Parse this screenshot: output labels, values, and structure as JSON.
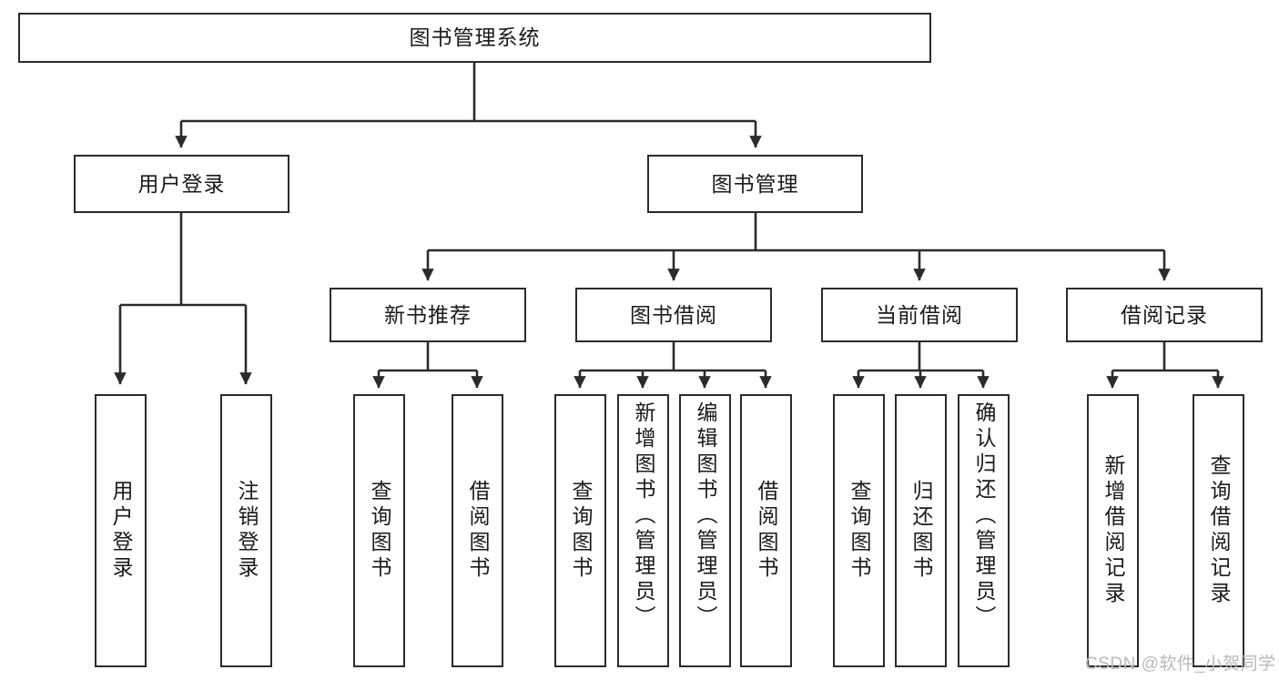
{
  "diagram": {
    "title": "图书管理系统",
    "type": "tree",
    "watermark": "CSDN @软件_小贺同学",
    "colors": {
      "box_border": "#2b2b2b",
      "box_fill": "#ffffff",
      "line": "#2b2b2b",
      "text": "#1a1a1a",
      "watermark": "#b9b9b9",
      "background": "#ffffff"
    },
    "levels": {
      "root": "图书管理系统",
      "level2": [
        "用户登录",
        "图书管理"
      ],
      "level3": [
        "新书推荐",
        "图书借阅",
        "当前借阅",
        "借阅记录"
      ]
    },
    "nodes": {
      "root": {
        "label": "图书管理系统"
      },
      "user_login": {
        "label": "用户登录"
      },
      "book_manage": {
        "label": "图书管理"
      },
      "new_book_rec": {
        "label": "新书推荐"
      },
      "book_borrow": {
        "label": "图书借阅"
      },
      "current_borrow": {
        "label": "当前借阅"
      },
      "borrow_record": {
        "label": "借阅记录"
      },
      "leaf_user_login": {
        "label": "用户登录"
      },
      "leaf_logout": {
        "label": "注销登录"
      },
      "leaf_query_book_1": {
        "label": "查询图书"
      },
      "leaf_borrow_book_1": {
        "label": "借阅图书"
      },
      "leaf_query_book_2": {
        "label": "查询图书"
      },
      "leaf_add_book": {
        "label": "新增图书（管理员）"
      },
      "leaf_edit_book": {
        "label": "编辑图书（管理员）"
      },
      "leaf_borrow_book_2": {
        "label": "借阅图书"
      },
      "leaf_query_book_3": {
        "label": "查询图书"
      },
      "leaf_return_book": {
        "label": "归还图书"
      },
      "leaf_confirm_return": {
        "label": "确认归还（管理员）"
      },
      "leaf_add_record": {
        "label": "新增借阅记录"
      },
      "leaf_query_record": {
        "label": "查询借阅记录"
      }
    },
    "edges": [
      {
        "from": "图书管理系统",
        "to": "用户登录"
      },
      {
        "from": "图书管理系统",
        "to": "图书管理"
      },
      {
        "from": "用户登录",
        "to": "用户登录"
      },
      {
        "from": "用户登录",
        "to": "注销登录"
      },
      {
        "from": "图书管理",
        "to": "新书推荐"
      },
      {
        "from": "图书管理",
        "to": "图书借阅"
      },
      {
        "from": "图书管理",
        "to": "当前借阅"
      },
      {
        "from": "图书管理",
        "to": "借阅记录"
      },
      {
        "from": "新书推荐",
        "to": "查询图书"
      },
      {
        "from": "新书推荐",
        "to": "借阅图书"
      },
      {
        "from": "图书借阅",
        "to": "查询图书"
      },
      {
        "from": "图书借阅",
        "to": "新增图书（管理员）"
      },
      {
        "from": "图书借阅",
        "to": "编辑图书（管理员）"
      },
      {
        "from": "图书借阅",
        "to": "借阅图书"
      },
      {
        "from": "当前借阅",
        "to": "查询图书"
      },
      {
        "from": "当前借阅",
        "to": "归还图书"
      },
      {
        "from": "当前借阅",
        "to": "确认归还（管理员）"
      },
      {
        "from": "借阅记录",
        "to": "新增借阅记录"
      },
      {
        "from": "借阅记录",
        "to": "查询借阅记录"
      }
    ]
  }
}
